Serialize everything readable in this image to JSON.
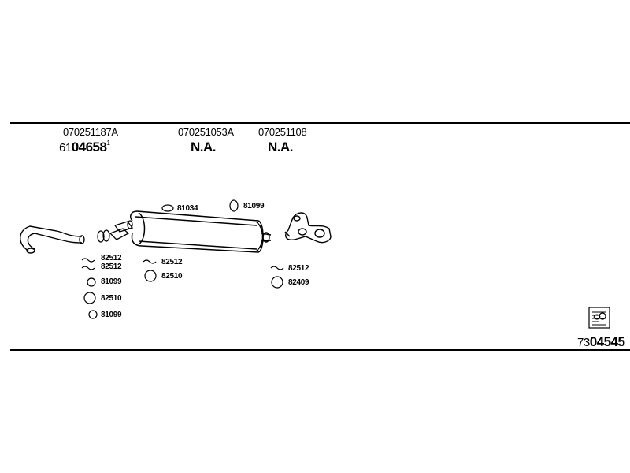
{
  "header": {
    "cols": [
      {
        "part_number": "070251187A",
        "price_prefix": "61",
        "price_main": "04658",
        "price_sup": "1"
      },
      {
        "part_number": "070251053A",
        "status": "N.A."
      },
      {
        "part_number": "070251108",
        "status": "N.A."
      }
    ]
  },
  "labels": {
    "l81034": "81034",
    "l81099a": "81099",
    "l82512a": "82512",
    "l82512b": "82512",
    "l81099b": "81099",
    "l82510a": "82510",
    "l81099c": "81099",
    "l82512c": "82512",
    "l82510b": "82510",
    "l82512d": "82512",
    "l82409": "82409"
  },
  "footer": {
    "code_prefix": "73",
    "code_main": "04545"
  },
  "icons": {
    "catalog": "exhaust-catalog-icon"
  }
}
